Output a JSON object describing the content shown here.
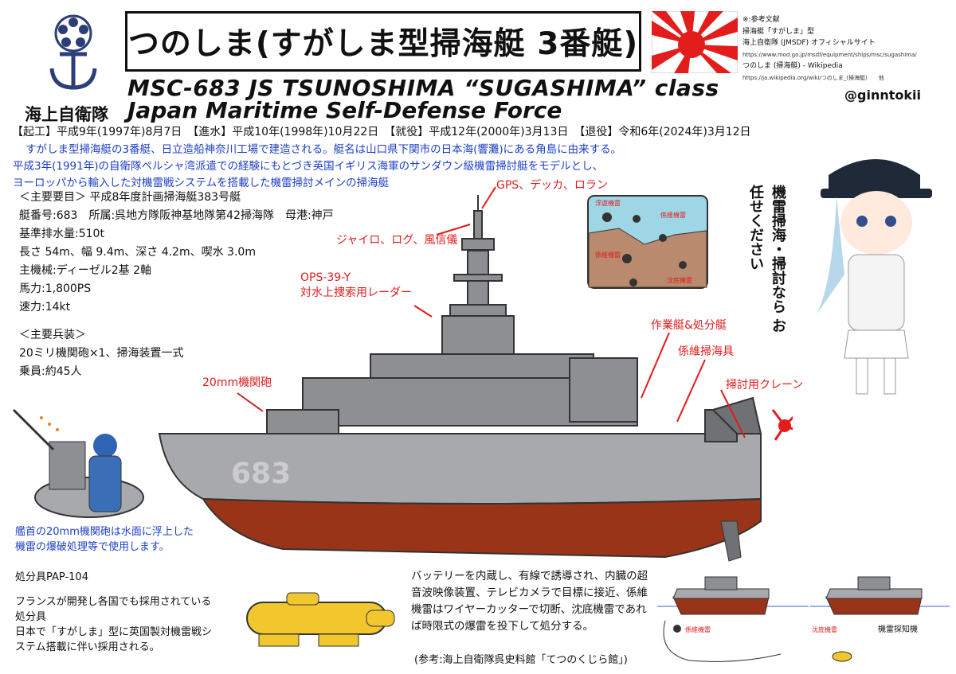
{
  "title": "つのしま(すがしま型掃海艇 3番艇)",
  "subtitle": "MSC-683 JS TSUNOSHIMA “SUGASHIMA” class",
  "org_jp": "海上自衛隊",
  "org_en": "Japan Maritime Self-Defense Force",
  "twitter": "@ginntokii",
  "references": {
    "heading": "※:参考文献",
    "line1": "掃海艇「すがしま」型",
    "line2": "海上自衛隊 (JMSDF) オフィシャルサイト",
    "url1": "https://www.mod.go.jp/msdf/equipment/ships/msc/sugashima/",
    "line3": "つのしま (掃海艇) - Wikipedia",
    "url2": "https://ja.wikipedia.org/wiki/つのしま_(掃海艇)　　他"
  },
  "dates": "【起工】平成9年(1997年)8月7日　【進水】平成10年(1998年)10月22日　【就役】平成12年(2000年)3月13日　【退役】令和6年(2024年)3月12日",
  "description": [
    "すがしま型掃海艇の3番艇、日立造船神奈川工場で建造される。艇名は山口県下関市の日本海(響灘)にある角島に由来する。",
    "平成3年(1991年)の自衛隊ペルシャ湾派遣での経験にもとづき英国イギリス海軍のサンダウン級機雷掃討艇をモデルとし、",
    "ヨーロッパから輸入した対機雷戦システムを搭載した機雷掃討メインの掃海艇"
  ],
  "specs": [
    "＜主要要目＞ 平成8年度計画掃海艇383号艇",
    "艇番号:683　所属:呉地方隊阪神基地隊第42掃海隊　母港:神戸",
    "基準排水量:510t",
    "長さ 54m、幅 9.4m、深さ 4.2m、喫水 3.0m",
    "主機械:ディーゼル2基 2軸",
    "馬力:1,800PS",
    "速力:14kt"
  ],
  "armament": [
    "＜主要兵装＞",
    "20ミリ機関砲×1、掃海装置一式",
    "乗員:約45人"
  ],
  "hull_number": "683",
  "callouts": {
    "gps": "GPS、デッカ、ロラン",
    "gyro": "ジャイロ、ログ、風信儀",
    "radar1": "OPS-39-Y",
    "radar2": "対水上捜索用レーダー",
    "gun": "20mm機関砲",
    "boat": "作業艇&処分艇",
    "moored_gear": "係維掃海具",
    "crane": "掃討用クレーン"
  },
  "mine_diagram": {
    "floating": "浮遊機雷",
    "moored1": "係維機雷",
    "moored2": "係維機雷",
    "bottom": "沈底機雷"
  },
  "vertical_text": [
    "機雷掃海・掃討なら",
    "お任せください"
  ],
  "gun_note": [
    "艦首の20mm機関砲は水面に浮上した",
    "機雷の爆破処理等で使用します。"
  ],
  "pap": {
    "title": "処分具PAP-104",
    "lines": [
      "フランスが開発し各国でも採用されている",
      "処分具",
      "日本で「すがしま」型に英国製対機雷戦シ",
      "ステム搭載に伴い採用される。"
    ]
  },
  "battery": [
    "バッテリーを内蔵し、有線で誘導され、内臓の超",
    "音波映像装置、テレビカメラで目標に接近、係維",
    "機雷はワイヤーカッターで切断、沈底機雷であれ",
    "ば時限式の爆雷を投下して処分する。"
  ],
  "source_note": "(参考:海上自衛隊呉史料館「てつのくじら館」)",
  "scene_labels": {
    "moored": "係維機雷",
    "bottom": "沈底機雷",
    "detect": "機雷探知機"
  },
  "colors": {
    "hull_gray": "#a7a9ad",
    "hull_red": "#9a3418",
    "callout_red": "#e11b1b",
    "text_blue": "#1d3fc7"
  }
}
